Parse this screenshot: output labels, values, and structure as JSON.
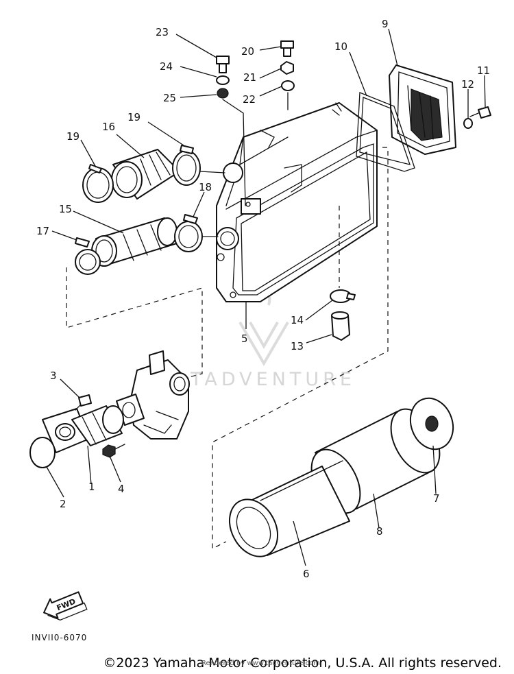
{
  "diagram": {
    "part_labels": [
      "1",
      "2",
      "3",
      "4",
      "5",
      "6",
      "7",
      "8",
      "9",
      "10",
      "11",
      "12",
      "13",
      "14",
      "15",
      "16",
      "17",
      "18",
      "19",
      "19",
      "20",
      "21",
      "22",
      "23",
      "24",
      "25"
    ],
    "fwd_label": "FWD",
    "drawing_code": "INVII0-6070",
    "watermark": "TADVENTURE"
  },
  "footer": {
    "copyright": "©2023 Yamaha Motor Corporation, U.S.A. All rights reserved.",
    "rendered_by": "Rendered by www.tadventure.com"
  }
}
